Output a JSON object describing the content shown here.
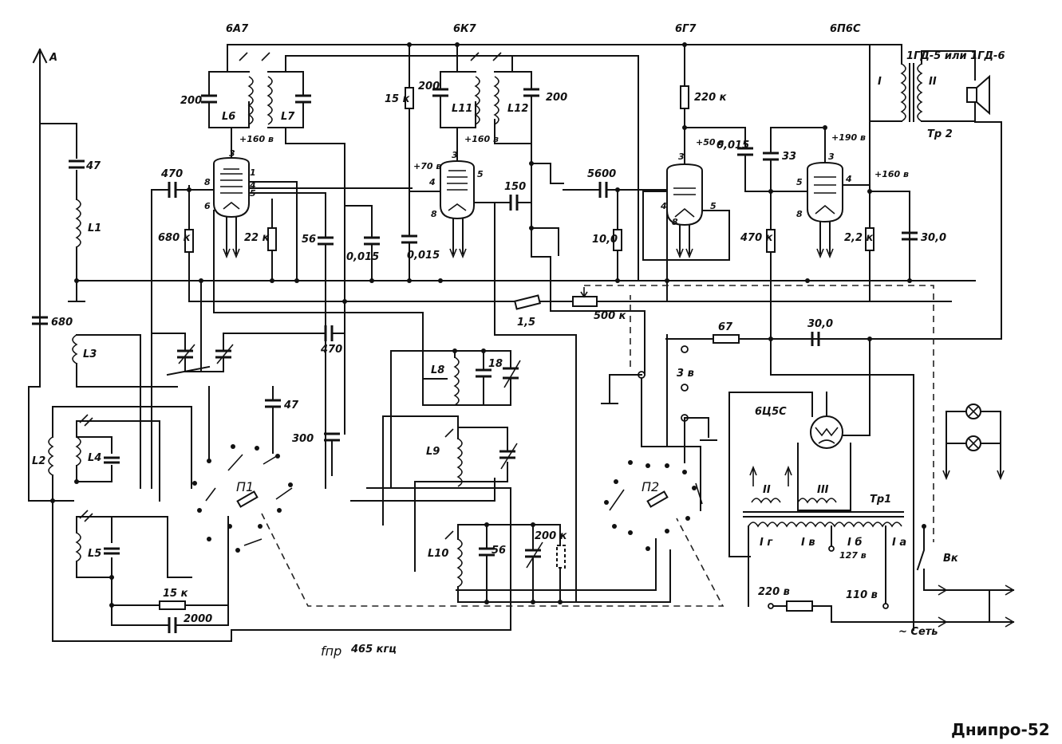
{
  "title": "Днипро-52",
  "if_label": "465 кгц",
  "if_symbol": "fпр",
  "tubes": {
    "converter": "6А7",
    "if_amp": "6К7",
    "detector": "6Г7",
    "output": "6П6С",
    "rectifier": "6Ц5С"
  },
  "speaker": "1ГД-5 или 1ГД-6",
  "output_transformer": "Тр 2",
  "power_transformer": "Тр1",
  "switches": {
    "band": "П1",
    "tone": "П2",
    "mains": "Вк"
  },
  "antenna": "А",
  "inductors": [
    "L1",
    "L2",
    "L3",
    "L4",
    "L5",
    "L6",
    "L7",
    "L8",
    "L9",
    "L10",
    "L11",
    "L12"
  ],
  "values": {
    "c47a": "47",
    "c200a": "200",
    "c470a": "470",
    "r680k": "680 к",
    "r22k": "22 к",
    "c56a": "56",
    "c015a": "0,015",
    "r15k_top": "15 к",
    "c200b": "200",
    "c200c": "200",
    "c70v": "+70 в",
    "c015b": "0,015",
    "c150": "150",
    "c5600": "5600",
    "c10": "10,0",
    "r220k": "220 к",
    "v50": "+50 в",
    "c015c": "0,015",
    "c33": "33",
    "v190": "+190 в",
    "r470k": "470 к",
    "r22k_out": "2,2 к",
    "c30a": "30,0",
    "v160a": "+160 в",
    "v160b": "+160 в",
    "v160c": "+160 в",
    "c680": "680",
    "r1_5": "1,5",
    "r500k": "500 к",
    "r67": "67",
    "c30b": "30,0",
    "v3": "3 в",
    "c470b": "470",
    "c47b": "47",
    "c300": "300",
    "c18": "18",
    "c56b": "56",
    "r200k": "200 к",
    "r15k_bot": "15 к",
    "c2000": "2000"
  },
  "windings": {
    "w1": "I",
    "w2": "II",
    "tr_II": "II",
    "tr_III": "III",
    "tr_Ig": "I г",
    "tr_Iv": "I в",
    "tr_Ib": "I б",
    "tr_Ia": "I а",
    "v127": "127 в",
    "v220": "220 в",
    "v110": "110 в",
    "mains": "~ Сеть"
  },
  "pins": {
    "p3": "3",
    "p8": "8",
    "p6": "6",
    "p1": "1",
    "p4": "4",
    "p5": "5"
  }
}
